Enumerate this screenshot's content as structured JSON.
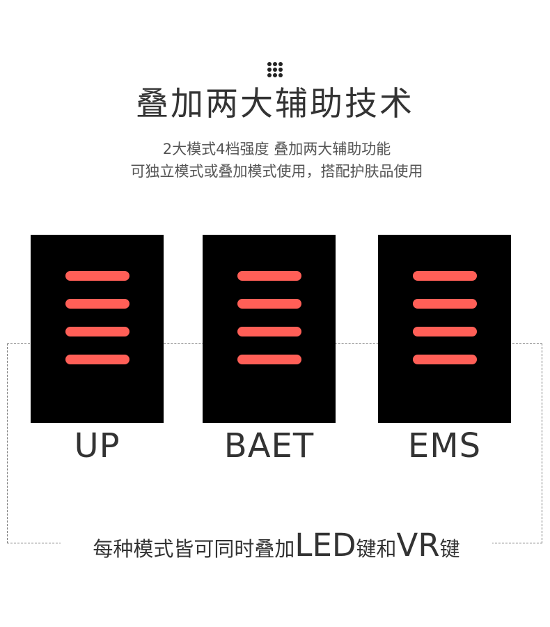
{
  "title": "叠加两大辅助技术",
  "subtitle": {
    "line1": "2大模式4档强度 叠加两大辅助功能",
    "line2": "可独立模式或叠加模式使用，搭配护肤品使用"
  },
  "modes": [
    {
      "label": "UP"
    },
    {
      "label": "BAET"
    },
    {
      "label": "EMS"
    }
  ],
  "caption": {
    "part1": "每种模式皆可同时叠加",
    "led": "LED",
    "part2": "键和",
    "vr": "VR",
    "part3": "键"
  },
  "icons": {
    "top": "dots-grid-icon",
    "mode_card": "intensity-bars-icon"
  },
  "colors": {
    "accent": "#ff5f57",
    "card": "#000000",
    "text": "#333333"
  }
}
